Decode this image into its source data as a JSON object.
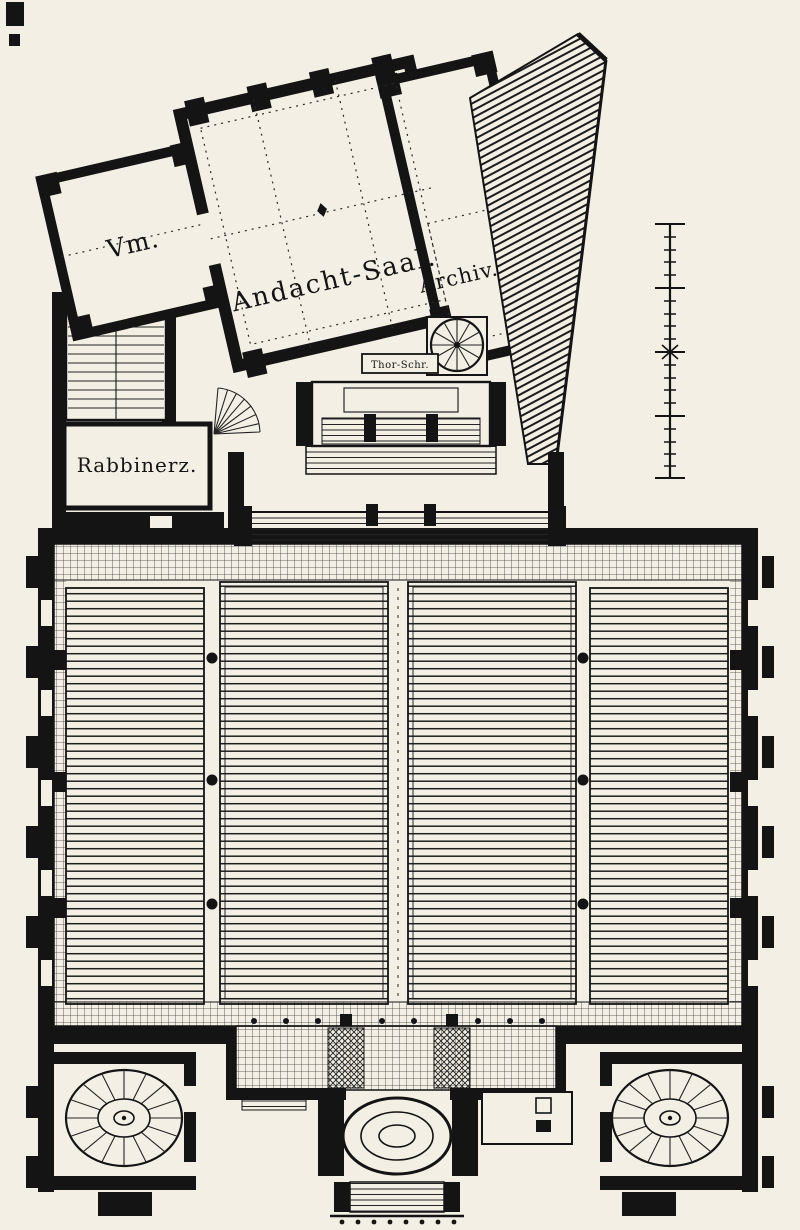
{
  "plan": {
    "labels": {
      "vm": "Vm.",
      "andacht_saal": "Andacht-Saal.",
      "archiv": "Archiv.",
      "rabbinerz": "Rabbinerz.",
      "thor_schr": "Thor-Schr."
    },
    "colors": {
      "paper": "#f3efe4",
      "ink": "#141414"
    }
  }
}
